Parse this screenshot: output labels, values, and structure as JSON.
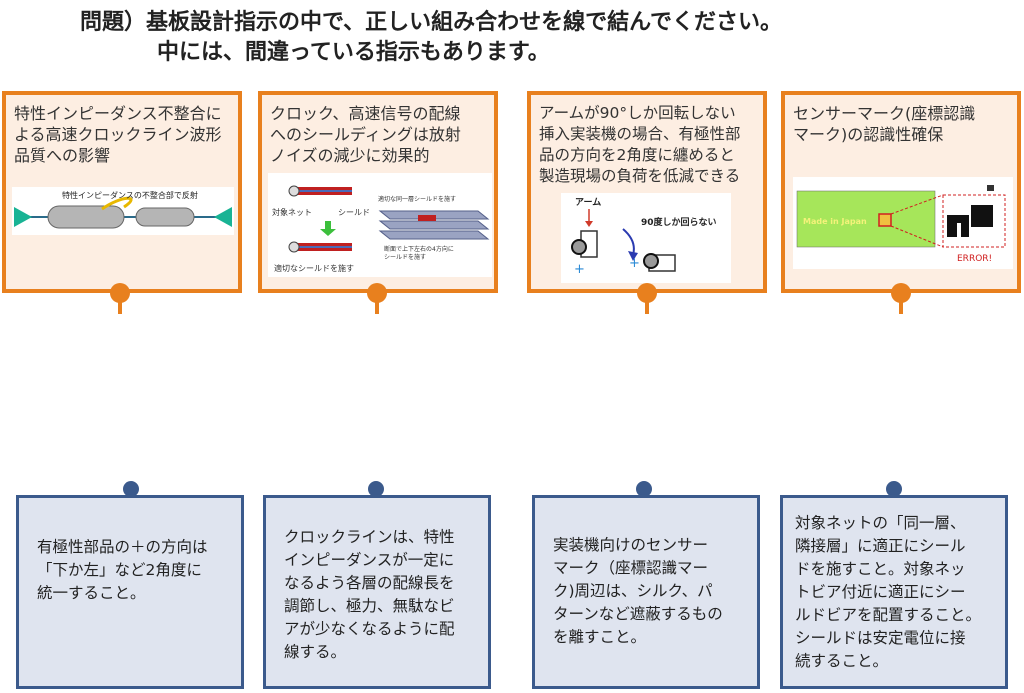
{
  "title": {
    "line1": "問題）基板設計指示の中で、正しい組み合わせを線で結んでください。",
    "line2": "中には、間違っている指示もあります。"
  },
  "cards": [
    {
      "text": "特性インピーダンス不整合に\nよる高速クロックライン波形\n品質への影響",
      "image_caption": "特性インピーダンスの不整合部で反射"
    },
    {
      "text": "クロック、高速信号の配線\nへのシールディングは放射\nノイズの減少に効果的",
      "labels": {
        "target_net": "対象ネット",
        "shield": "シールド",
        "apply_shield": "適切なシールドを施す",
        "same_layer": "適切な同一層シールドを施す",
        "cross_section": "断面で上下左右の4方向に",
        "cross_section2": "シールドを施す"
      }
    },
    {
      "text": "アームが90°しか回転しない\n挿入実装機の場合、有極性部\n品の方向を2角度に纏めると\n製造現場の負荷を低減できる",
      "labels": {
        "arm": "アーム",
        "rotate": "90度しか回らない"
      }
    },
    {
      "text": "センサーマーク(座標認識\nマーク)の認識性確保",
      "labels": {
        "made_in": "Made in Japan",
        "error": "ERROR!"
      }
    }
  ],
  "answers": [
    {
      "text": "有極性部品の＋の方向は\n「下か左」など2角度に\n統一すること。"
    },
    {
      "text": "クロックラインは、特性\nインピーダンスが一定に\nなるよう各層の配線長を\n調節し、極力、無駄なビ\nアが少なくなるように配\n線する。"
    },
    {
      "text": "実装機向けのセンサー\nマーク（座標認識マー\nク)周辺は、シルク、パ\nターンなど遮蔽するもの\nを離すこと。"
    },
    {
      "text": "対象ネットの「同一層、\n隣接層」に適正にシール\nドを施すこと。対象ネッ\nトビア付近に適正にシー\nルドビアを配置すること。\nシールドは安定電位に接\n続すること。"
    }
  ]
}
